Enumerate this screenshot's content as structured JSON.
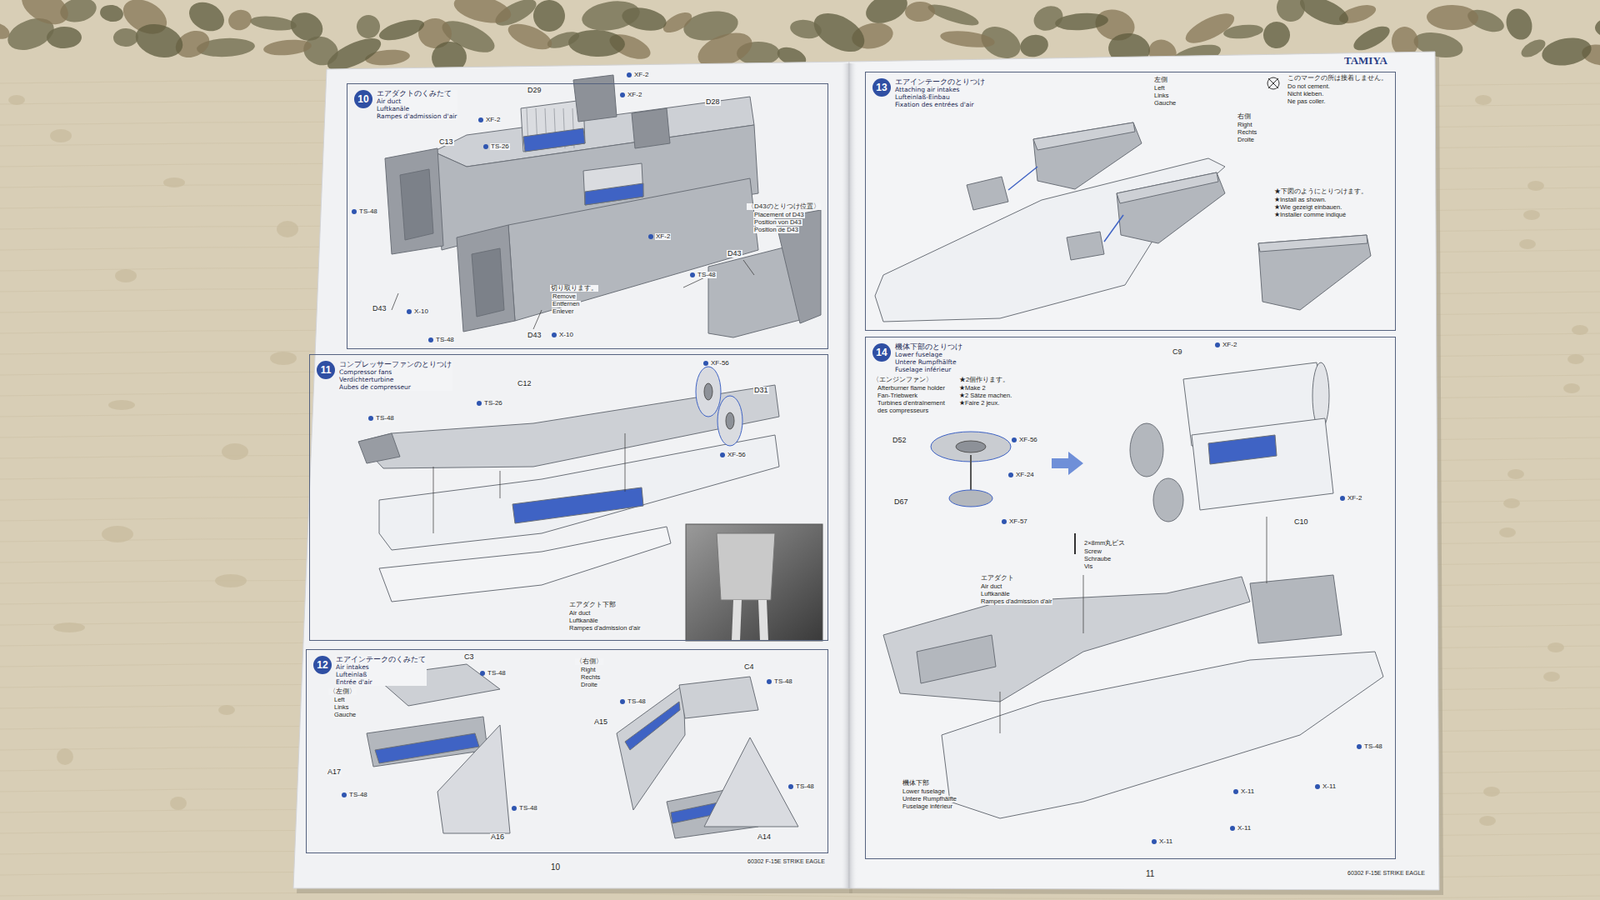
{
  "diagram": {
    "nodes": [
      {
        "text": [
          "10",
          "エアダクトのくみたて",
          "Air duct",
          "Luftkanäle",
          "Rampes d'admission d'air"
        ]
      },
      {
        "text": [
          "11",
          "コンプレッサーファンのとりつけ",
          "Compressor fans",
          "Verdichterturbine",
          "Aubes de compresseur"
        ]
      },
      {
        "text": [
          "12",
          "エアインテークのくみたて",
          "Air intakes",
          "Lufteinlaß",
          "Entrée d'air"
        ]
      },
      {
        "text": [
          "13",
          "エアインテークのとりつけ",
          "Attaching air intakes",
          "Lufteinlaß-Einbau",
          "Fixation des entrées d'air"
        ]
      },
      {
        "text": [
          "14",
          "機体下部のとりつけ",
          "Lower fuselage",
          "Untere Rumpfhälfte",
          "Fuselage inférieur"
        ]
      }
    ],
    "labels": [
      "D29",
      "XF-2",
      "XF-2",
      "D28",
      "XF-2",
      "C13",
      "TS-26",
      "XF-2",
      "TS-48",
      "D43",
      "X-10",
      "TS-48",
      "D43",
      "X-10",
      "切り取ります。",
      "Remove",
      "Entfernen",
      "Enlever",
      "〈D43のとりつけ位置〉",
      "Placement of D43",
      "Position von D43",
      "Position de D43",
      "D43",
      "TS-48",
      "TS-48",
      "TS-26",
      "C12",
      "XF-56",
      "D31",
      "XF-56",
      "エアダクト下部",
      "Air duct",
      "Luftkanäle",
      "Rampes d'admission d'air",
      "C3",
      "TS-48",
      "〈左側〉",
      "Left",
      "Links",
      "Gauche",
      "A17",
      "TS-48",
      "A16",
      "TS-48",
      "〈右側〉",
      "Right",
      "Rechts",
      "Droite",
      "C4",
      "TS-48",
      "TS-48",
      "A15",
      "TS-48",
      "A14",
      "左側",
      "Left",
      "Links",
      "Gauche",
      "右側",
      "Right",
      "Rechts",
      "Droite",
      "このマークの所は接着しません。",
      "Do not cement.",
      "Nicht kleben.",
      "Ne pas coller.",
      "★下図のようにとりつけます。",
      "★Install as shown.",
      "★Wie gezeigt einbauen.",
      "★Installer comme indiqué",
      "〈エンジンファン〉",
      "Afterburner flame holder",
      "Fan-Triebwerk",
      "Turbines d'entraînement",
      "des compresseurs",
      "★2個作ります。",
      "★Make 2",
      "★2 Sätze machen.",
      "★Faire 2 jeux.",
      "D52",
      "XF-56",
      "XF-24",
      "D67",
      "XF-57",
      "C9",
      "XF-2",
      "C10",
      "XF-2",
      "2×8mm丸ビス",
      "Screw",
      "Schraube",
      "Vis",
      "エアダクト",
      "Air duct",
      "Luftkanäle",
      "Rampes d'admission d'air",
      "機体下部",
      "Lower fuselage",
      "Untere Rumpfhälfte",
      "Fuselage inférieur",
      "TS-48",
      "X-11",
      "X-11",
      "X-11",
      "X-11",
      "TAMIYA",
      "10",
      "60302 F-15E STRIKE EAGLE",
      "11",
      "60302 F-15E STRIKE EAGLE"
    ]
  }
}
